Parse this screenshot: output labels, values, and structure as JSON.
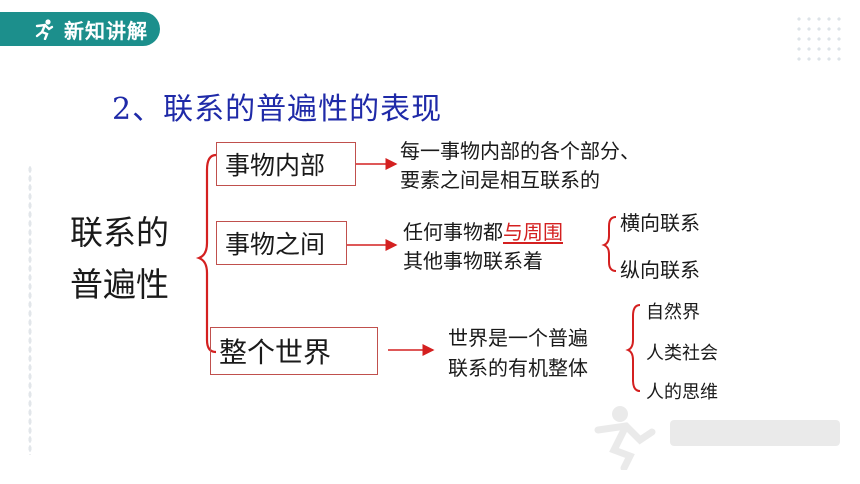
{
  "header": {
    "badge_label": "新知讲解",
    "badge_icon": "runner-icon"
  },
  "title": "2、联系的普遍性的表现",
  "root": {
    "line1": "联系的",
    "line2": "普遍性"
  },
  "branches": [
    {
      "box": "事物内部",
      "desc_line1": "每一事物内部的各个部分、",
      "desc_line2": "要素之间是相互联系的"
    },
    {
      "box": "事物之间",
      "desc_line1_prefix": "任何事物都",
      "desc_line1_highlight": "与周围",
      "desc_line2": "其他事物联系着",
      "subs": [
        "横向联系",
        "纵向联系"
      ]
    },
    {
      "box": "整个世界",
      "desc_line1": "世界是一个普遍",
      "desc_line2": "联系的有机整体",
      "subs": [
        "自然界",
        "人类社会",
        "人的思维"
      ]
    }
  ],
  "colors": {
    "accent": "#1c8f8c",
    "title": "#1f2aa8",
    "line": "#d42020",
    "box_border": "#c0504d"
  }
}
